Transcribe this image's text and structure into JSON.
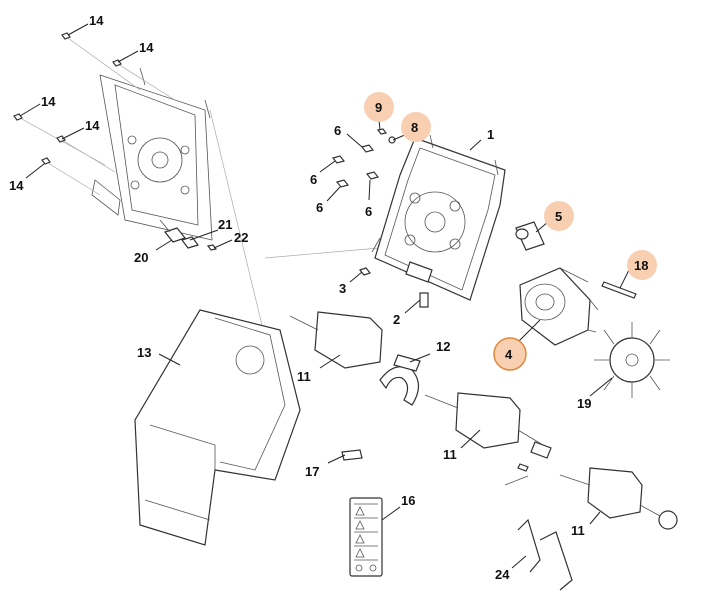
{
  "labels": {
    "l14a": "14",
    "l14b": "14",
    "l14c": "14",
    "l14d": "14",
    "l14e": "14",
    "l9": "9",
    "l8": "8",
    "l1": "1",
    "l6a": "6",
    "l6b": "6",
    "l6c": "6",
    "l6d": "6",
    "l5": "5",
    "l18": "18",
    "l4": "4",
    "l19": "19",
    "l21": "21",
    "l22": "22",
    "l20": "20",
    "l3": "3",
    "l2": "2",
    "l12": "12",
    "l13": "13",
    "l11a": "11",
    "l11b": "11",
    "l11c": "11",
    "l17": "17",
    "l16": "16",
    "l24": "24"
  },
  "highlight": {
    "fill": "#f9cfb2",
    "stroke": "#e0883e"
  }
}
